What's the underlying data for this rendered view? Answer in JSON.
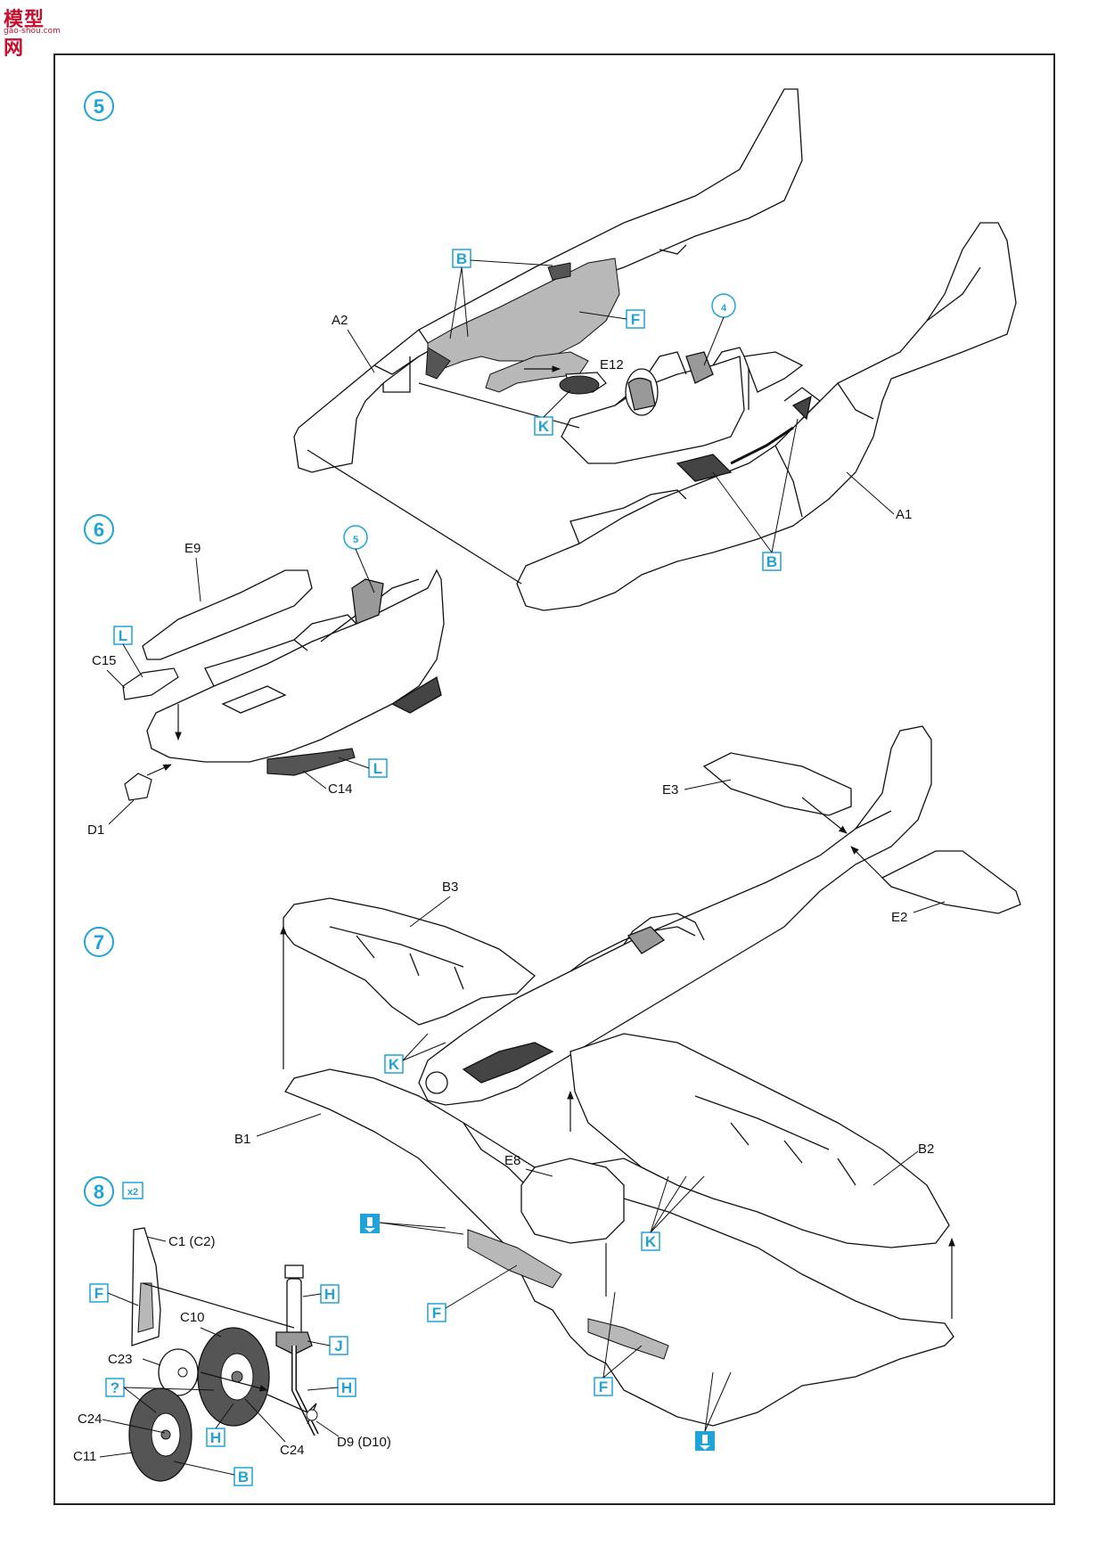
{
  "logo": {
    "main": "模型网",
    "sub": "gao-shou.com"
  },
  "colors": {
    "accent": "#1fa3d8",
    "grey_fill": "#b8b8b8",
    "line": "#111111"
  },
  "steps": [
    {
      "number": "5"
    },
    {
      "number": "6"
    },
    {
      "number": "7"
    },
    {
      "number": "8",
      "multiplier": "x2"
    }
  ],
  "subassembly_refs": {
    "ref4": "4",
    "ref5": "5"
  },
  "parts": {
    "A1": "A1",
    "A2": "A2",
    "E12": "E12",
    "E9": "E9",
    "C15": "C15",
    "C14": "C14",
    "D1": "D1",
    "E3": "E3",
    "E2": "E2",
    "B3": "B3",
    "B1": "B1",
    "B2": "B2",
    "E8": "E8",
    "C1": "C1 (C2)",
    "C10": "C10",
    "C23": "C23",
    "C24a": "C24",
    "C24b": "C24",
    "C11": "C11",
    "D9": "D9 (D10)"
  },
  "color_codes": {
    "s5_B_top": "B",
    "s5_F": "F",
    "s5_K": "K",
    "s5_B_bottom": "B",
    "s6_L_top": "L",
    "s6_L_bottom": "L",
    "s7_K_nose": "K",
    "s7_K_wing": "K",
    "s7_F_left": "F",
    "s7_F_right": "F",
    "s8_F": "F",
    "s8_H_top": "H",
    "s8_J": "J",
    "s8_H_mid": "H",
    "s8_Q": "?",
    "s8_H_bottom": "H",
    "s8_B": "B"
  }
}
